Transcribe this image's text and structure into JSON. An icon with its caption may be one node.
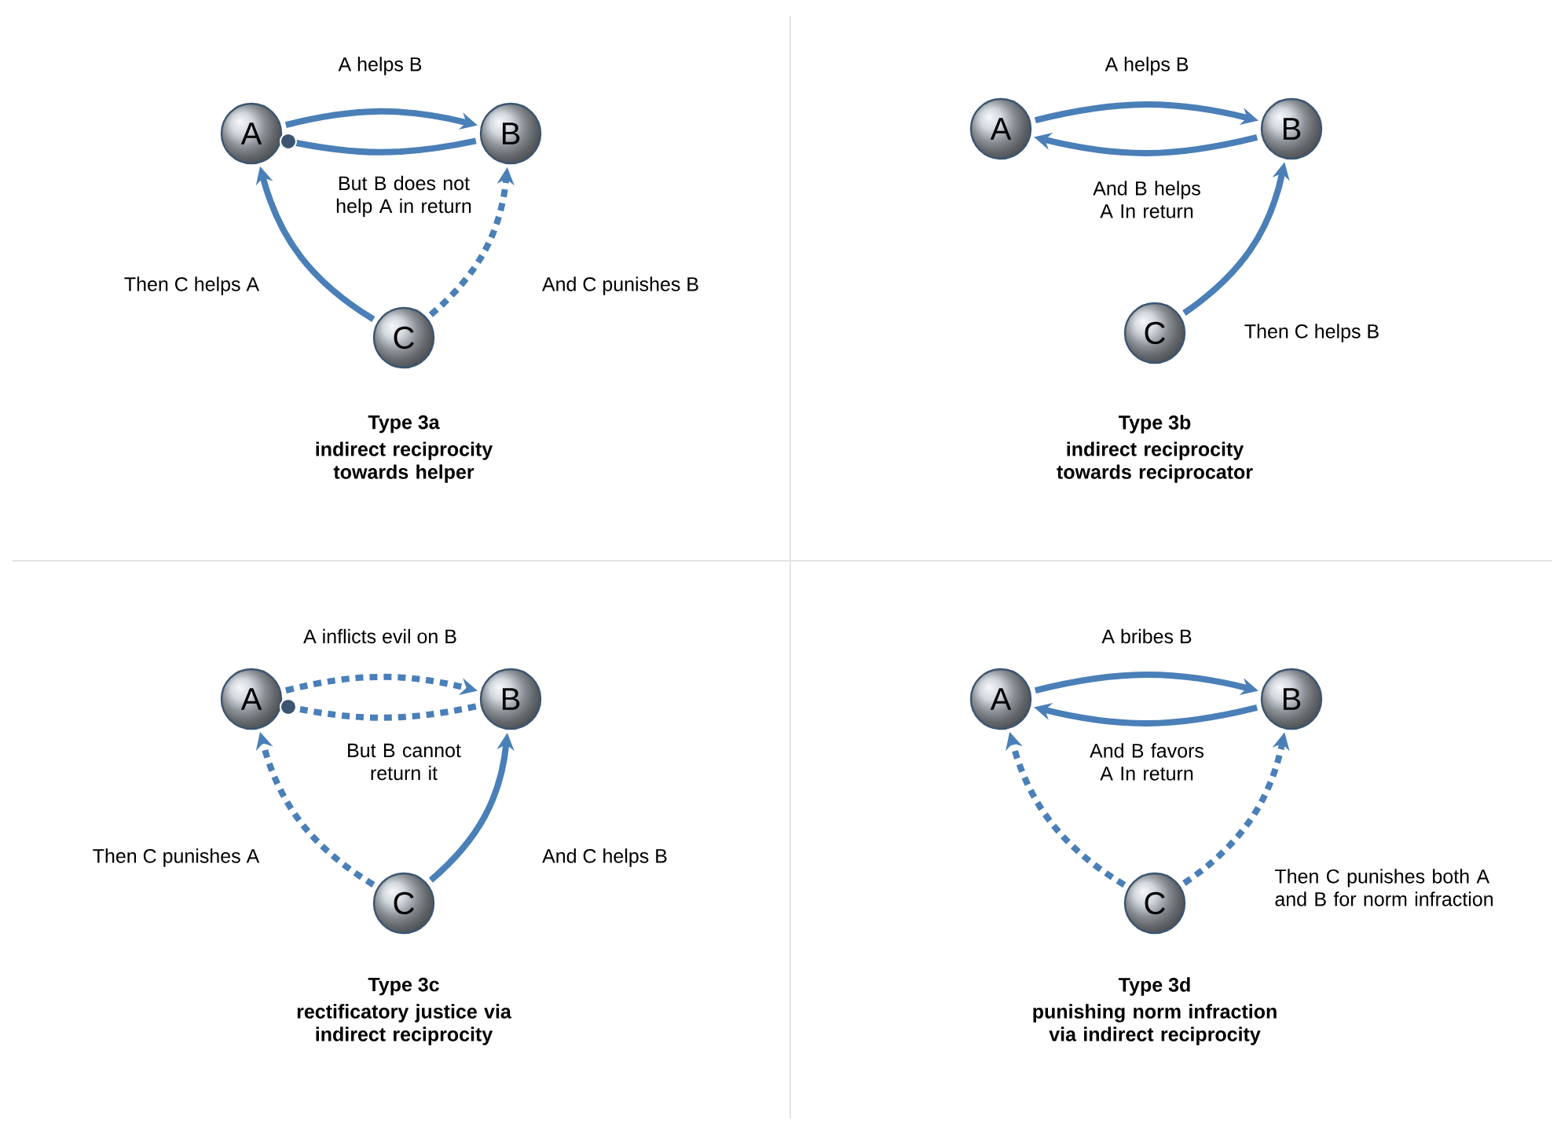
{
  "diagram": {
    "nodes": [
      {
        "text": [
          "A"
        ]
      },
      {
        "text": [
          "B"
        ]
      },
      {
        "text": [
          "C"
        ]
      },
      {
        "text": [
          "A"
        ]
      },
      {
        "text": [
          "B"
        ]
      },
      {
        "text": [
          "C"
        ]
      },
      {
        "text": [
          "A"
        ]
      },
      {
        "text": [
          "B"
        ]
      },
      {
        "text": [
          "C"
        ]
      },
      {
        "text": [
          "A"
        ]
      },
      {
        "text": [
          "B"
        ]
      },
      {
        "text": [
          "C"
        ]
      }
    ],
    "edges": [
      {
        "from": 0,
        "to": 1,
        "arrow": "to",
        "label": "A helps B"
      },
      {
        "from": 1,
        "to": 0,
        "arrow": "other",
        "label": "But B does not help A in return"
      },
      {
        "from": 2,
        "to": 0,
        "arrow": "to",
        "label": "Then C helps A"
      },
      {
        "from": 2,
        "to": 1,
        "arrow": "to",
        "style": "dashed",
        "label": "And C punishes B"
      },
      {
        "from": 3,
        "to": 4,
        "arrow": "to",
        "label": "A helps B"
      },
      {
        "from": 4,
        "to": 3,
        "arrow": "to",
        "label": "And B helps A In return"
      },
      {
        "from": 5,
        "to": 4,
        "arrow": "to",
        "label": "Then C helps B"
      },
      {
        "from": 6,
        "to": 7,
        "arrow": "to",
        "style": "dashed",
        "label": "A inflicts evil on B"
      },
      {
        "from": 7,
        "to": 6,
        "arrow": "other",
        "style": "dashed",
        "label": "But B cannot return it"
      },
      {
        "from": 8,
        "to": 6,
        "arrow": "to",
        "style": "dashed",
        "label": "Then C punishes A"
      },
      {
        "from": 8,
        "to": 7,
        "arrow": "to",
        "label": "And C helps B"
      },
      {
        "from": 9,
        "to": 10,
        "arrow": "to",
        "label": "A bribes B"
      },
      {
        "from": 10,
        "to": 9,
        "arrow": "to",
        "label": "And B favors A In return"
      },
      {
        "from": 11,
        "to": 9,
        "arrow": "to",
        "style": "dashed"
      },
      {
        "from": 11,
        "to": 10,
        "arrow": "to",
        "style": "dashed",
        "label": "Then C punishes both A and B for norm infraction"
      }
    ],
    "labels": [
      "Type 3a",
      "indirect reciprocity towards helper",
      "Type 3b",
      "indirect reciprocity towards reciprocator",
      "Type 3c",
      "rectificatory justice via indirect reciprocity",
      "Type 3d",
      "punishing norm infraction via indirect reciprocity"
    ]
  }
}
